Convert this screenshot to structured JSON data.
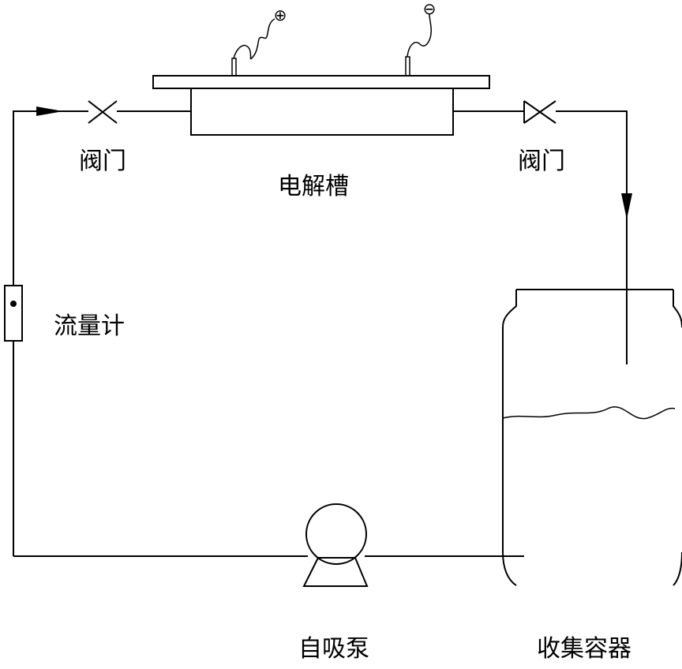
{
  "labels": {
    "valve_left": "阀门",
    "valve_right": "阀门",
    "electrolytic_cell": "电解槽",
    "flowmeter": "流量计",
    "self_priming_pump": "自吸泵",
    "collection_container": "收集容器"
  },
  "electrodes": {
    "anode_symbol": "⊕",
    "cathode_symbol": "⊖"
  },
  "colors": {
    "line": "#000000",
    "background": "#ffffff"
  }
}
